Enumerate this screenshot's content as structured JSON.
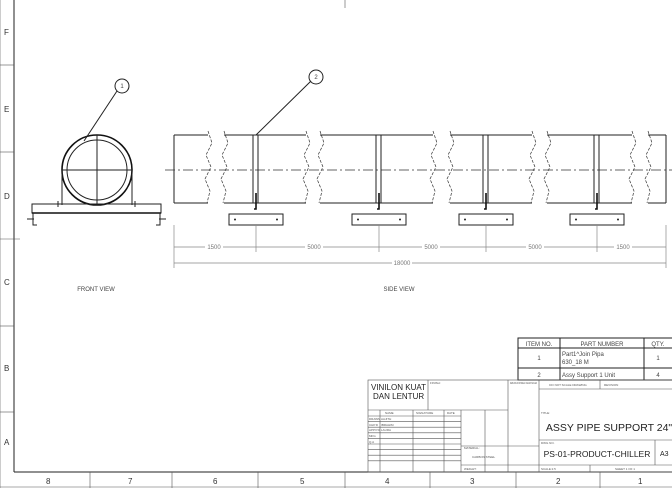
{
  "border": {
    "row_labels": [
      "F",
      "E",
      "D",
      "C",
      "B",
      "A"
    ],
    "column_labels": [
      "8",
      "7",
      "6",
      "5",
      "4",
      "3",
      "2",
      "1"
    ]
  },
  "views": {
    "front_view_label": "FRONT VIEW",
    "side_view_label": "SIDE VIEW"
  },
  "balloons": [
    "1",
    "2"
  ],
  "dimensions": {
    "segments": [
      "1500",
      "5000",
      "5000",
      "5000",
      "1500"
    ],
    "overall": "18000"
  },
  "bom": {
    "headers": [
      "ITEM NO.",
      "PART NUMBER",
      "QTY."
    ],
    "rows": [
      {
        "item": "1",
        "part_line1": "Part1^Join Pipa",
        "part_line2": "630_18 M",
        "qty": "1"
      },
      {
        "item": "2",
        "part_line1": "Assy Support 1 Unit",
        "part_line2": "",
        "qty": "4"
      }
    ]
  },
  "title_block": {
    "company_line1": "VINILON KUAT",
    "company_line2": "DAN LENTUR",
    "finish_label": "FINISH:",
    "deburr_label": "DEBURR AND BREAK SHARP EDGES",
    "do_not_scale": "DO NOT SCALE DRAWING",
    "revision_label": "REVISION",
    "col_headers": [
      "NAME",
      "SIGNATURE",
      "DATE"
    ],
    "rows": [
      {
        "role": "DRAWN",
        "name": "AAJITH"
      },
      {
        "role": "CHK'D",
        "name": "IBRAHIM"
      },
      {
        "role": "APPV'D",
        "name": "LAURA"
      },
      {
        "role": "MFG",
        "name": ""
      },
      {
        "role": "Q.A",
        "name": ""
      }
    ],
    "material_label": "MATERIAL:",
    "material": "CARBON STEEL",
    "weight_label": "WEIGHT:",
    "title_label": "TITLE:",
    "title": "ASSY PIPE SUPPORT 24\"",
    "dwg_no_label": "DWG NO.",
    "dwg_no": "PS-01-PRODUCT-CHILLER",
    "sheet_size": "A3",
    "scale": "SCALE:1:5",
    "sheet": "SHEET 1 OF 1"
  }
}
